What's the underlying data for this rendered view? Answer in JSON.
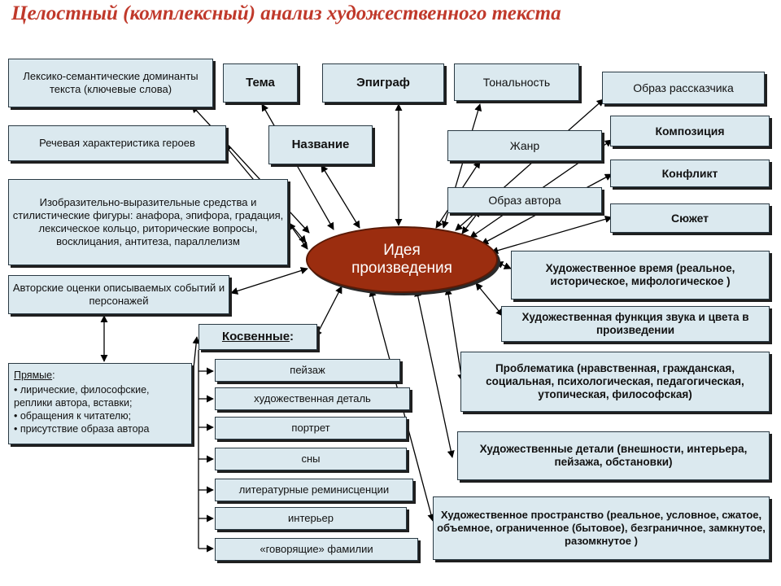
{
  "title": "Целостный (комплексный) анализ художественного текста",
  "center": {
    "line1": "Идея",
    "line2": "произведения"
  },
  "left": {
    "lexical": "Лексико-семантические доминанты текста (ключевые слова)",
    "speech": "Речевая характеристика героев",
    "devices": "Изобразительно-выразительные средства и стилистические фигуры: анафора, эпифора, градация, лексическое кольцо, риторические вопросы, восклицания, антитеза, параллелизм",
    "author_eval": "Авторские оценки описываемых событий и персонажей",
    "direct": {
      "heading": "Прямые",
      "colon": ":",
      "items": [
        "• лирические, философские, реплики автора, вставки;",
        "• обращения к читателю;",
        "• присутствие образа автора"
      ]
    },
    "indirect": {
      "heading": "Косвенные",
      "colon": ":",
      "items": [
        "пейзаж",
        "художественная деталь",
        "портрет",
        "сны",
        "литературные реминисценции",
        "интерьер",
        "«говорящие» фамилии"
      ]
    }
  },
  "top": {
    "theme": "Тема",
    "epigraph": "Эпиграф",
    "tonality": "Тональность",
    "narrator": "Образ рассказчика",
    "name": "Название",
    "genre": "Жанр",
    "author_image": "Образ автора"
  },
  "right": {
    "composition": "Композиция",
    "conflict": "Конфликт",
    "plot": "Сюжет",
    "time": "Художественное время (реальное, историческое, мифологическое )",
    "sound_color": "Художественная функция звука и цвета в произведении",
    "problems": "Проблематика (нравственная, гражданская, социальная, психологическая, педагогическая, утопическая, философская)",
    "details": "Художественные детали (внешности, интерьера, пейзажа, обстановки)",
    "space": "Художественное пространство (реальное, условное, сжатое, объемное, ограниченное (бытовое), безграничное, замкнутое, разомкнутое )"
  },
  "colors": {
    "title": "#c0392b",
    "box_fill": "#dbe9ef",
    "center_fill": "#9b2d0f",
    "line": "#000000"
  }
}
